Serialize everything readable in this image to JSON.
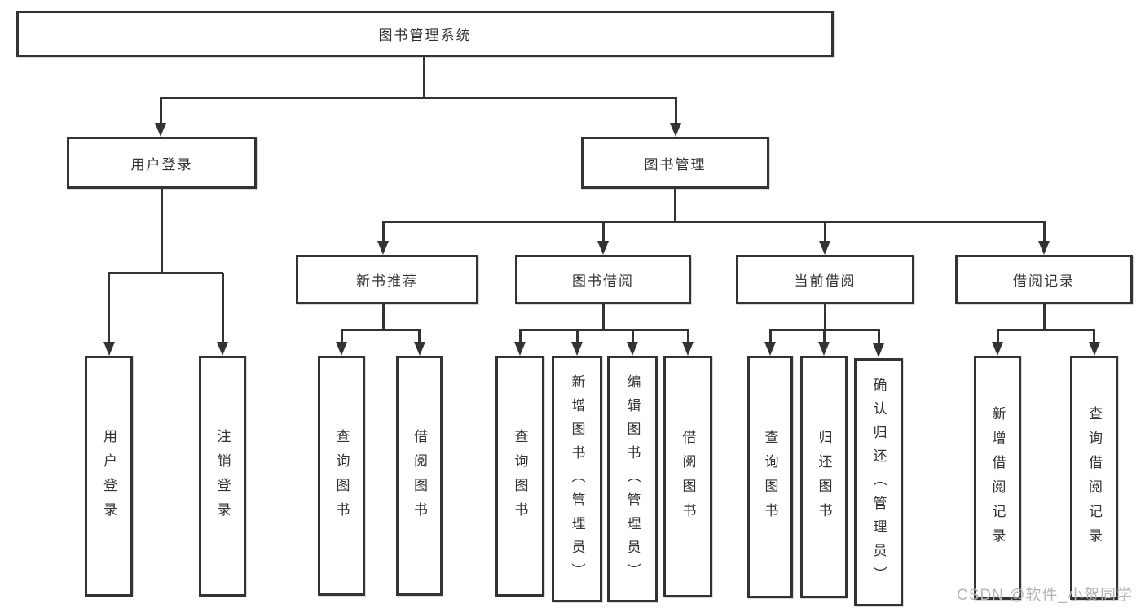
{
  "diagram": {
    "title_node": {
      "label": "图书管理系统"
    },
    "branches": [
      {
        "id": "user-login",
        "label": "用户登录"
      },
      {
        "id": "book-management",
        "label": "图书管理"
      }
    ],
    "sections": [
      {
        "id": "new-book-recommend",
        "label": "新书推荐",
        "parent": "图书管理"
      },
      {
        "id": "book-borrow",
        "label": "图书借阅",
        "parent": "图书管理"
      },
      {
        "id": "current-borrow",
        "label": "当前借阅",
        "parent": "图书管理"
      },
      {
        "id": "borrow-records",
        "label": "借阅记录",
        "parent": "图书管理"
      }
    ],
    "leaves": [
      {
        "label": "用户登录",
        "parent": "用户登录"
      },
      {
        "label": "注销登录",
        "parent": "用户登录"
      },
      {
        "label": "查询图书",
        "parent": "新书推荐"
      },
      {
        "label": "借阅图书",
        "parent": "新书推荐"
      },
      {
        "label": "查询图书",
        "parent": "图书借阅"
      },
      {
        "label": "新增图书（管理员）",
        "parent": "图书借阅"
      },
      {
        "label": "编辑图书（管理员）",
        "parent": "图书借阅"
      },
      {
        "label": "借阅图书",
        "parent": "图书借阅"
      },
      {
        "label": "查询图书",
        "parent": "当前借阅"
      },
      {
        "label": "归还图书",
        "parent": "当前借阅"
      },
      {
        "label": "确认归还（管理员）",
        "parent": "当前借阅"
      },
      {
        "label": "新增借阅记录",
        "parent": "借阅记录"
      },
      {
        "label": "查询借阅记录",
        "parent": "借阅记录"
      }
    ],
    "colors": {
      "line": "#333333",
      "box_background": "#ffffff",
      "text": "#333333"
    }
  },
  "watermark": {
    "text": "CSDN @软件_小贺同学",
    "color": "#b5b5b5"
  }
}
